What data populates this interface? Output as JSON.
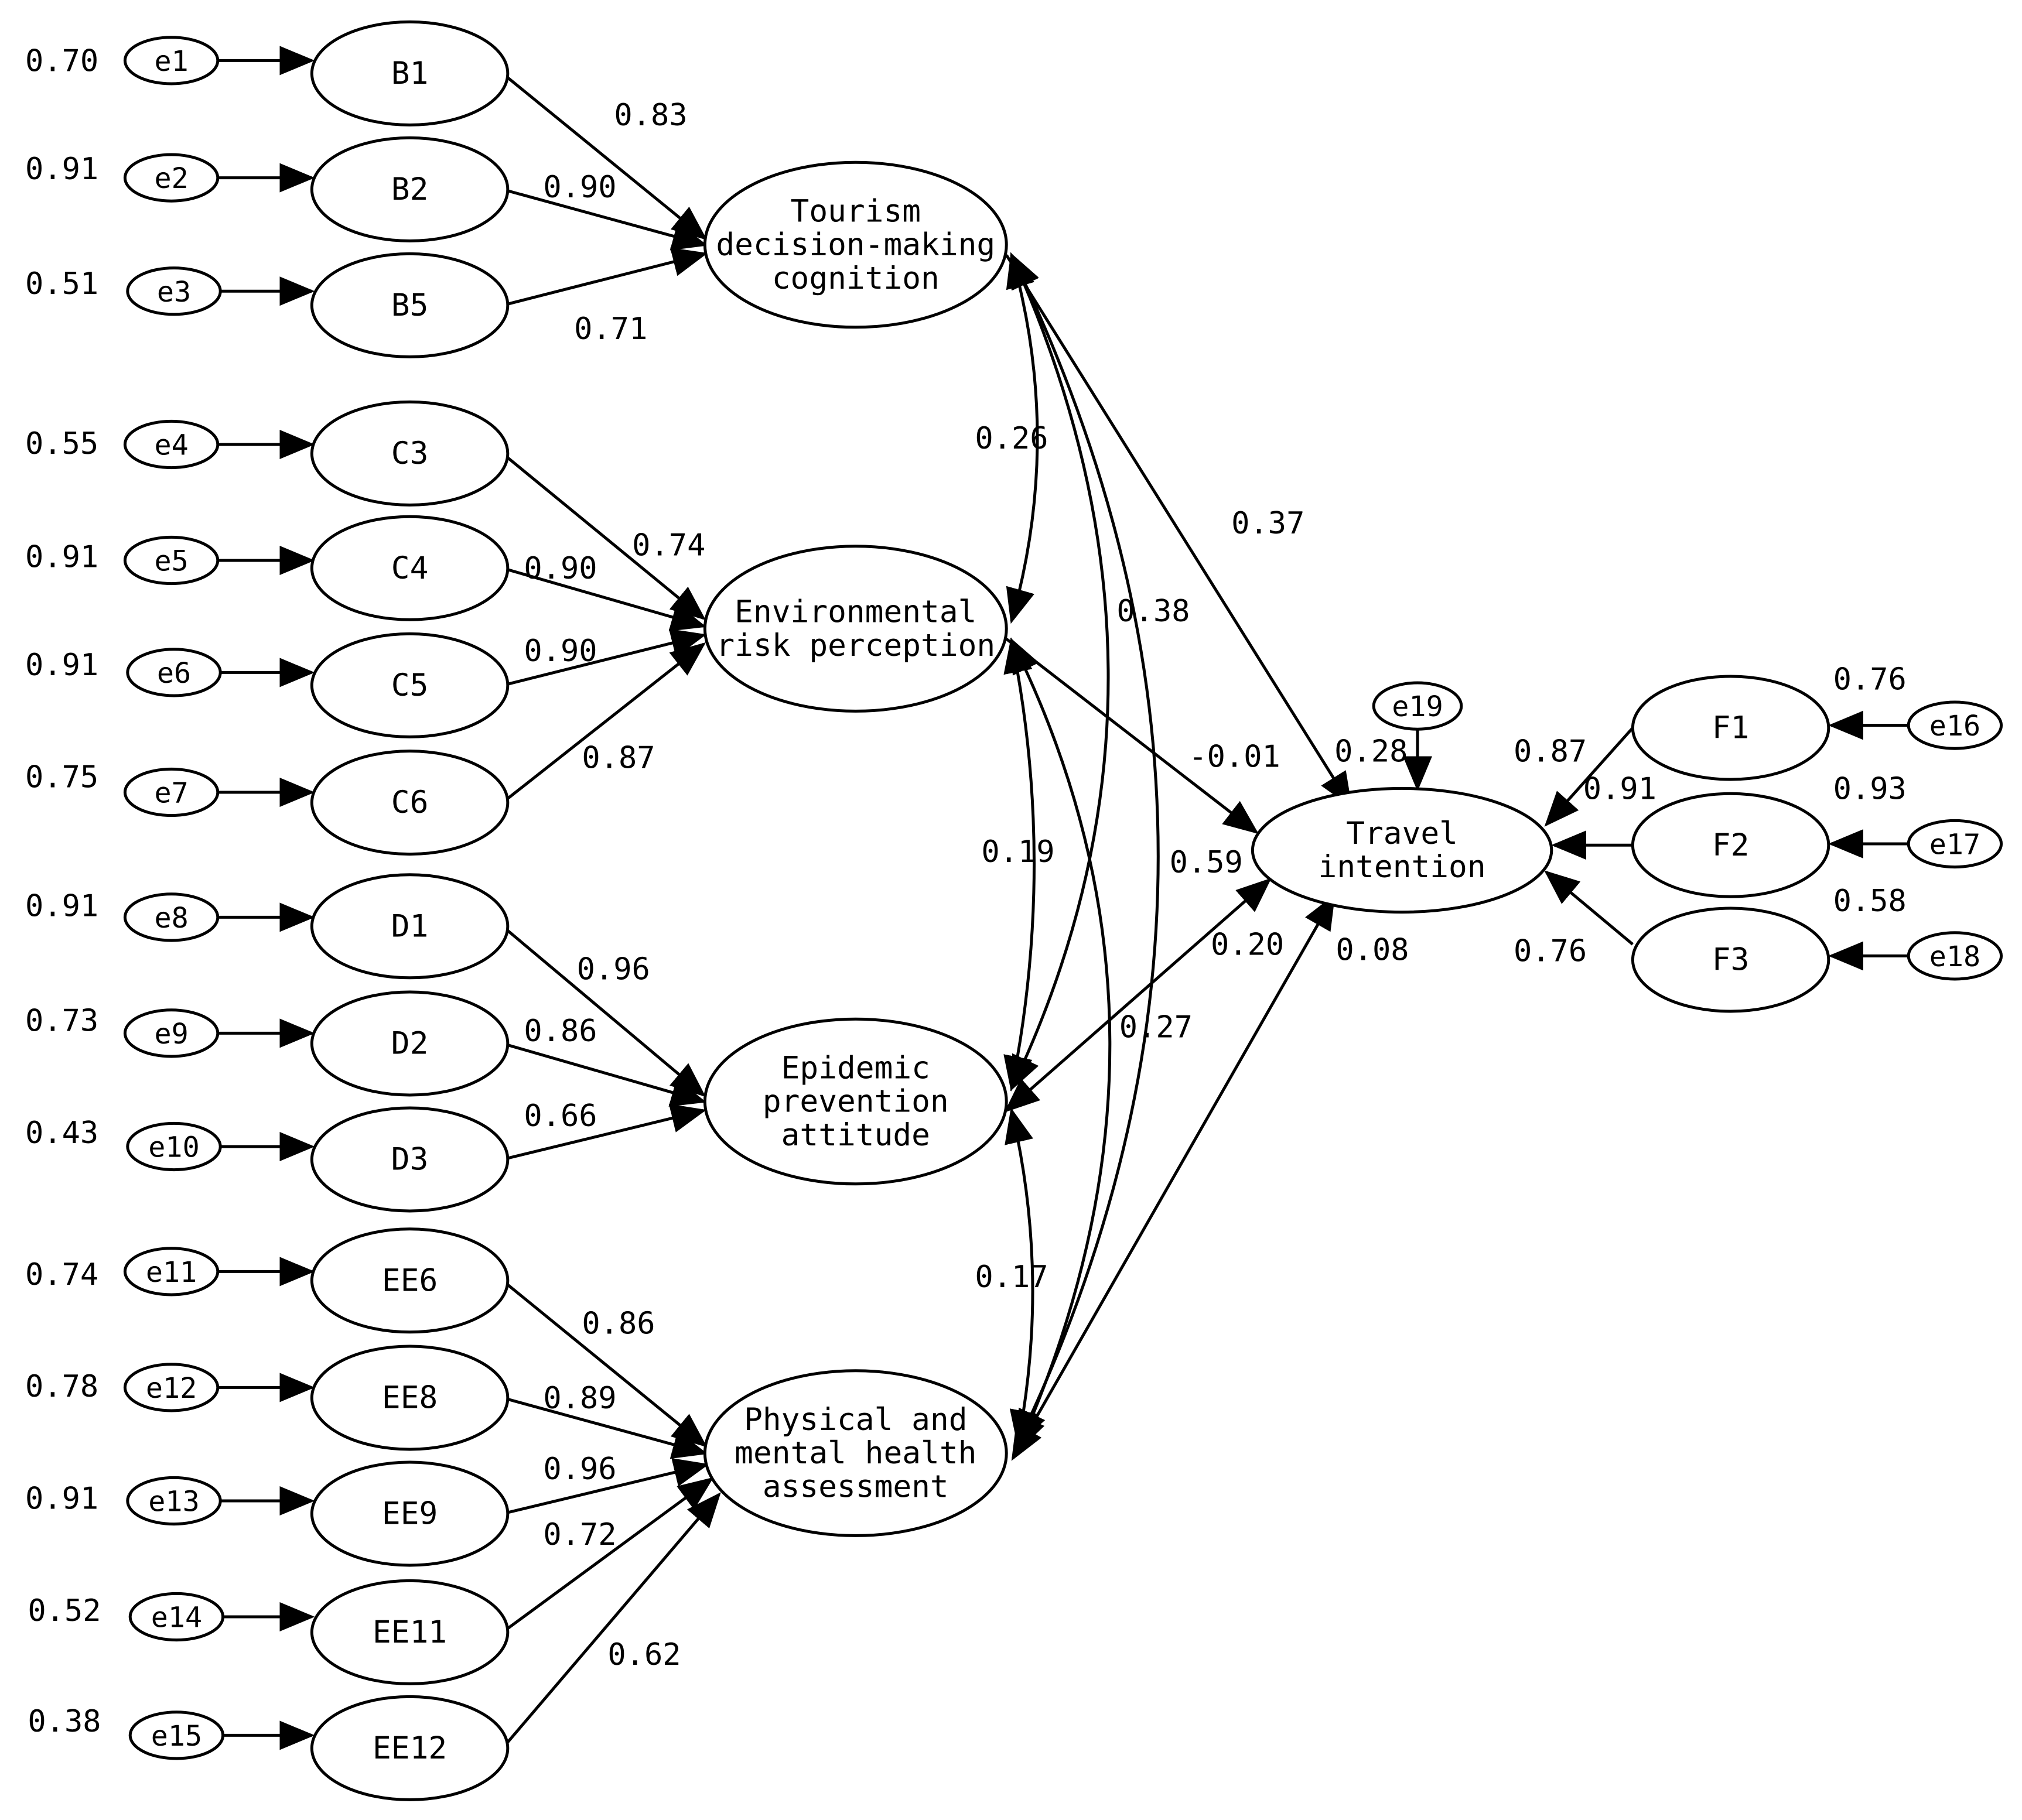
{
  "nodes": {
    "e1": "e1",
    "e2": "e2",
    "e3": "e3",
    "e4": "e4",
    "e5": "e5",
    "e6": "e6",
    "e7": "e7",
    "e8": "e8",
    "e9": "e9",
    "e10": "e10",
    "e11": "e11",
    "e12": "e12",
    "e13": "e13",
    "e14": "e14",
    "e15": "e15",
    "e16": "e16",
    "e17": "e17",
    "e18": "e18",
    "e19": "e19",
    "B1": "B1",
    "B2": "B2",
    "B5": "B5",
    "C3": "C3",
    "C4": "C4",
    "C5": "C5",
    "C6": "C6",
    "D1": "D1",
    "D2": "D2",
    "D3": "D3",
    "EE6": "EE6",
    "EE8": "EE8",
    "EE9": "EE9",
    "EE11": "EE11",
    "EE12": "EE12",
    "F1": "F1",
    "F2": "F2",
    "F3": "F3",
    "L1": [
      "Tourism",
      "decision-making",
      "cognition"
    ],
    "L2": [
      "Environmental",
      "risk perception"
    ],
    "L3": [
      "Epidemic",
      "prevention",
      "attitude"
    ],
    "L4": [
      "Physical and",
      "mental health",
      "assessment"
    ],
    "T": [
      "Travel",
      "intention"
    ]
  },
  "coefficients": {
    "r2_B1": "0.70",
    "r2_B2": "0.91",
    "r2_B5": "0.51",
    "r2_C3": "0.55",
    "r2_C4": "0.91",
    "r2_C5": "0.91",
    "r2_C6": "0.75",
    "r2_D1": "0.91",
    "r2_D2": "0.73",
    "r2_D3": "0.43",
    "r2_EE6": "0.74",
    "r2_EE8": "0.78",
    "r2_EE9": "0.91",
    "r2_EE11": "0.52",
    "r2_EE12": "0.38",
    "r2_F1": "0.76",
    "r2_F2": "0.93",
    "r2_F3": "0.58",
    "r2_T": "0.28",
    "load_B1": "0.83",
    "load_B2": "0.90",
    "load_B5": "0.71",
    "load_C3": "0.74",
    "load_C4": "0.90",
    "load_C5": "0.90",
    "load_C6": "0.87",
    "load_D1": "0.96",
    "load_D2": "0.86",
    "load_D3": "0.66",
    "load_EE6": "0.86",
    "load_EE8": "0.89",
    "load_EE9": "0.96",
    "load_EE11": "0.72",
    "load_EE12": "0.62",
    "load_F1": "0.87",
    "load_F2": "0.91",
    "load_F3": "0.76",
    "cov_L1_L2": "0.26",
    "cov_L1_L3": "0.38",
    "cov_L1_L4": "0.59",
    "cov_L2_L3": "0.19",
    "cov_L2_L4": "0.27",
    "cov_L3_L4": "0.17",
    "path_L1_T": "0.37",
    "path_L2_T": "-0.01",
    "path_L3_T": "0.20",
    "path_L4_T": "0.08"
  },
  "colors": {
    "stroke": "#000000",
    "fill": "#ffffff",
    "text": "#000000"
  }
}
